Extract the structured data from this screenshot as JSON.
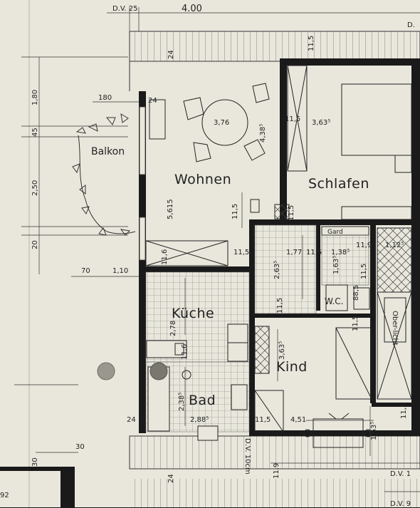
{
  "rooms": {
    "wohnen": "Wohnen",
    "schlafen": "Schlafen",
    "kueche": "Küche",
    "bad": "Bad",
    "kind": "Kind",
    "balkon": "Balkon",
    "wc": "W.C.",
    "gard": "Gard",
    "oberlicht": "Ober-licht"
  },
  "dimensions": {
    "dv_top": "D.V. 25",
    "top_width": "4.00",
    "top_right": "D.",
    "d11_5_top": "11,5",
    "d24_top": "24",
    "d180": "180",
    "d24_left": "24",
    "left_180": "1,80",
    "left_45": "45",
    "left_250": "2,50",
    "left_20": "20",
    "d70": "70",
    "d110": "1,10",
    "round_table": "3,76",
    "wohnen_height": "5,615",
    "wohnen_438": "4,38⁵",
    "schlafen_115": "11,5",
    "schlafen_width": "3,63⁵",
    "d11_5_mid": "11,5",
    "d11_5_hall": "11,5",
    "d1_77": "1,77",
    "d11_5_b": "11,5",
    "d1_38": "1,38⁵",
    "d11_9": "11,9",
    "d1_12": "1,12⁵",
    "d1_63": "1,63⁵",
    "d11_5_c": "11,5",
    "d88_5": "88,5",
    "hall_263": "2,63⁵",
    "d11_5_kitchen": "11,5",
    "d11_6": "11,6",
    "kueche_278": "2,78",
    "d11_6_b": "11,6",
    "bad_h": "2,38⁵",
    "bad_w": "2,88⁵",
    "kind_363": "3,63⁵",
    "d11_5_kind": "11,5",
    "kind_451": "4,51",
    "kind_163": "1,63⁵",
    "d11_5_kindtop": "11,5",
    "d11_5_right": "11,5",
    "dv_10": "D.V. 10cm",
    "d11_9_bottom": "11,9",
    "d24_bottom": "24",
    "d24_left_bottom": "24",
    "d30": "30",
    "d30b": "30",
    "dv1": "D.V. 1",
    "dv9": "D.V. 9",
    "d92": "92",
    "d11_5_schl": "11,5"
  }
}
